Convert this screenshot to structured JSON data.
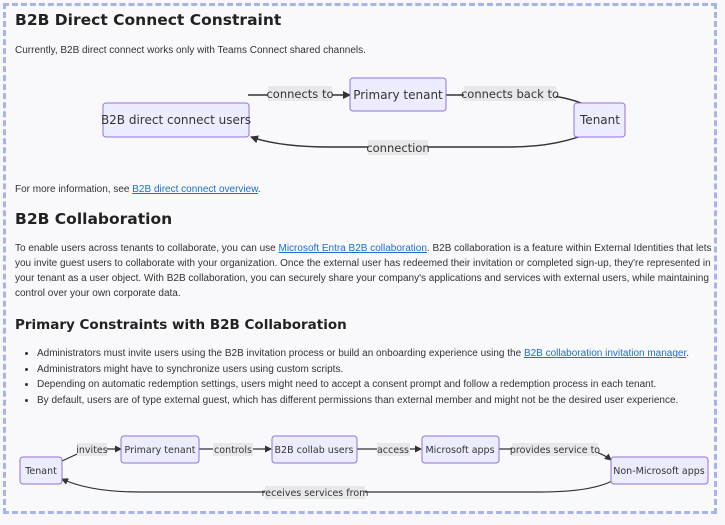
{
  "section1": {
    "title": "B2B Direct Connect Constraint",
    "intro": "Currently, B2B direct connect works only with Teams Connect shared channels.",
    "diagram": {
      "nodes": {
        "users": "B2B direct connect users",
        "primary": "Primary tenant",
        "tenant": "Tenant"
      },
      "edges": {
        "connects_to": "connects to",
        "connects_back": "connects back to",
        "connection": "connection"
      }
    },
    "more_prefix": "For more information, see ",
    "more_link": "B2B direct connect overview",
    "more_suffix": "."
  },
  "section2": {
    "title": "B2B Collaboration",
    "p_before": "To enable users across tenants to collaborate, you can use ",
    "p_link": "Microsoft Entra B2B collaboration",
    "p_after": ". B2B collaboration is a feature within External Identities that lets you invite guest users to collaborate with your organization. Once the external user has redeemed their invitation or completed sign-up, they're represented in your tenant as a user object. With B2B collaboration, you can securely share your company's applications and services with external users, while maintaining control over your own corporate data."
  },
  "section3": {
    "title": "Primary Constraints with B2B Collaboration",
    "bullet1_before": "Administrators must invite users using the B2B invitation process or build an onboarding experience using the ",
    "bullet1_link": "B2B collaboration invitation manager",
    "bullet1_after": ".",
    "bullet2": "Administrators might have to synchronize users using custom scripts.",
    "bullet3": "Depending on automatic redemption settings, users might need to accept a consent prompt and follow a redemption process in each tenant.",
    "bullet4": "By default, users are of type external guest, which has different permissions than external member and might not be the desired user experience.",
    "diagram": {
      "nodes": {
        "tenant": "Tenant",
        "primary": "Primary tenant",
        "collab": "B2B collab users",
        "msapps": "Microsoft apps",
        "nonms": "Non-Microsoft apps"
      },
      "edges": {
        "invites": "invites",
        "controls": "controls",
        "access": "access",
        "provides": "provides service to",
        "receives": "receives services from"
      }
    }
  },
  "colors": {
    "node_fill": "#ececff",
    "node_stroke": "#9370db",
    "edge": "#333333",
    "edge_label_bg": "#e8e8e8",
    "link": "#1a6fd1",
    "frame_border": "#a6b4ec"
  }
}
